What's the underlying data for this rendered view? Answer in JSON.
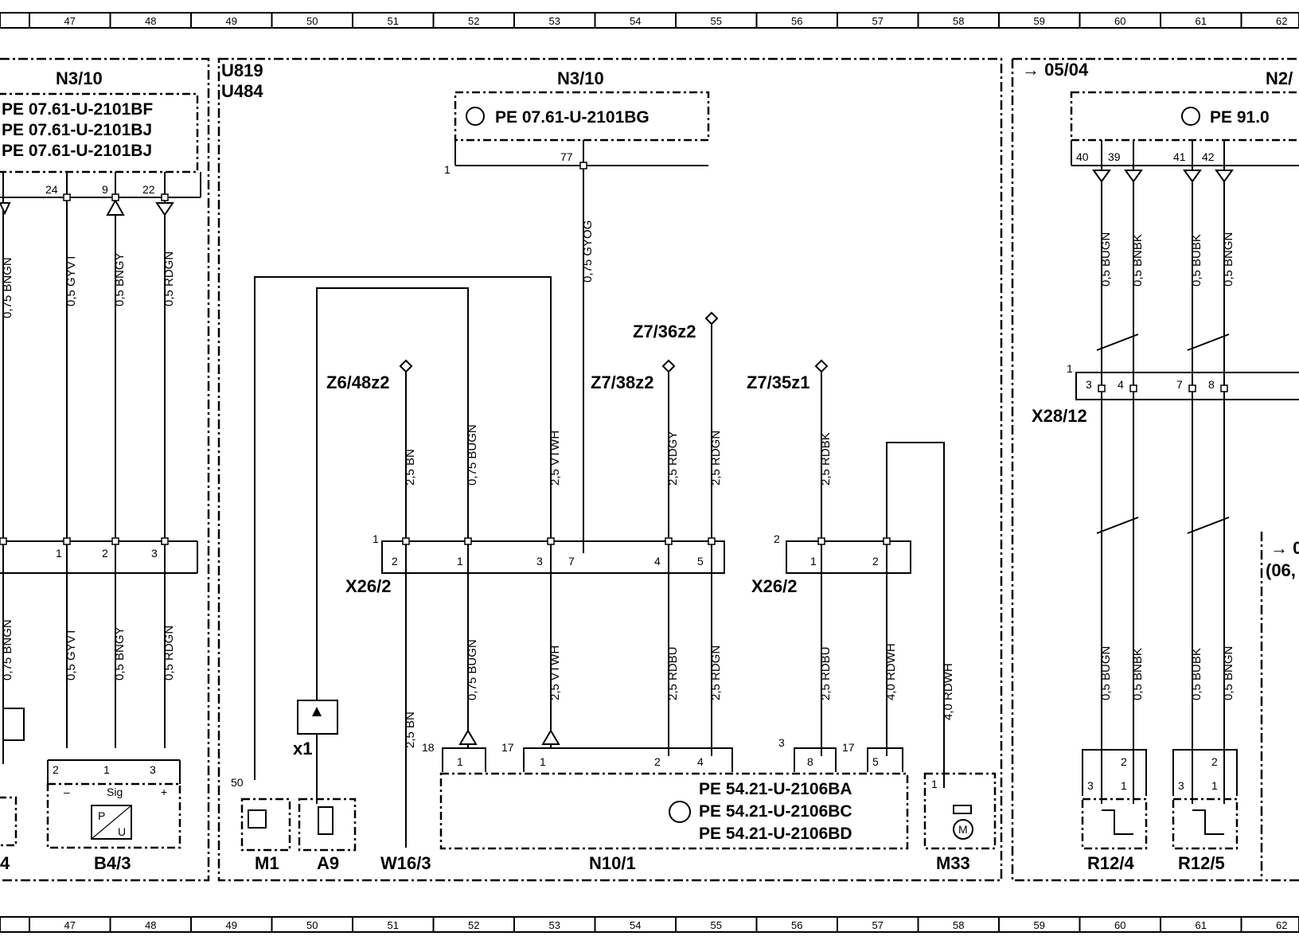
{
  "ruler": [
    "47",
    "48",
    "49",
    "50",
    "51",
    "52",
    "53",
    "54",
    "55",
    "56",
    "57",
    "58",
    "59",
    "60",
    "61",
    "62"
  ],
  "groups": {
    "left_group_1": "U819",
    "left_group_2": "U484"
  },
  "refs": {
    "top_right": "05/04",
    "mid_right": "0",
    "mid_right_2": "(06,"
  },
  "components": {
    "n3_10_left": "N3/10",
    "n3_10_center": "N3/10",
    "n2_right": "N2/",
    "b4_3": "B4/3",
    "left_partial": "4",
    "m1": "M1",
    "a9": "A9",
    "w16_3": "W16/3",
    "n10_1": "N10/1",
    "m33": "M33",
    "r12_4": "R12/4",
    "r12_5": "R12/5",
    "z6_48z2": "Z6/48z2",
    "z7_38z2": "Z7/38z2",
    "z7_36z2": "Z7/36z2",
    "z7_35z1": "Z7/35z1",
    "x26_2_a": "X26/2",
    "x26_2_b": "X26/2",
    "x28_12": "X28/12",
    "x1": "x1"
  },
  "pe_refs": {
    "n3_10_left_1": "PE  07.61-U-2101BF",
    "n3_10_left_2": "PE  07.61-U-2101BJ",
    "n3_10_left_3": "PE  07.61-U-2101BJ",
    "n3_10_center": "PE  07.61-U-2101BG",
    "n10_1_a": "PE  54.21-U-2106BA",
    "n10_1_b": "PE  54.21-U-2106BC",
    "n10_1_c": "PE  54.21-U-2106BD",
    "n2_right": "PE  91.0"
  },
  "wires": {
    "bngn_top": "0,75  BNGN",
    "gyvt_top": "0,5  GYVT",
    "bngy_top": "0,5  BNGY",
    "rdgn_top_l": "0,5  RDGN",
    "bngn_bot": "0,75  BNGN",
    "gyvt_bot": "0,5  GYVT",
    "bngy_bot": "0,5  BNGY",
    "rdgn_bot_l": "0,5  RDGN",
    "gyog": "0,75  GYOG",
    "bn_top": "2,5  BN",
    "bugn_top": "0,75  BUGN",
    "vtwh_top": "2,5  VTWH",
    "rdgy_top": "2,5  RDGY",
    "rdgn_top": "2,5  RDGN",
    "rdbk_top": "2,5  RDBK",
    "bn_bot": "2,5  BN",
    "bugn_bot": "0,75  BUGN",
    "vtwh_bot": "2,5  VTWH",
    "rdbu_bot": "2,5  RDBU",
    "rdgn_bot": "2,5  RDGN",
    "rdbu_bot2": "2,5  RDBU",
    "rdwh_bot": "4,0  RDWH",
    "rdwh_m33": "4,0  RDWH",
    "r_bugn_top": "0,5  BUGN",
    "r_bnbk_top": "0,5  BNBK",
    "r_bubk_top": "0,5  BUBK",
    "r_bngn_top": "0,5  BNGN",
    "r_bugn_bot": "0,5  BUGN",
    "r_bnbk_bot": "0,5  BNBK",
    "r_bubk_bot": "0,5  BUBK",
    "r_bngn_bot": "0,5  BNGN"
  },
  "pins": {
    "p24": "24",
    "p9": "9",
    "p22": "22",
    "l1": "1",
    "l2": "2",
    "l3": "3",
    "b2": "2",
    "b1": "1",
    "b3": "3",
    "bminus": "–",
    "bsig": "Sig",
    "bplus": "+",
    "bp": "P",
    "bu": "U",
    "c1": "1",
    "c77": "77",
    "x1n": "1",
    "x2": "2",
    "x1b": "1",
    "x3": "3",
    "x7": "7",
    "x4": "4",
    "x5": "5",
    "y2": "2",
    "y1": "1",
    "y2b": "2",
    "n18": "18",
    "n17": "17",
    "n1a": "1",
    "n1b": "1",
    "n2": "2",
    "n4": "4",
    "n3": "3",
    "n17b": "17",
    "n8": "8",
    "n5": "5",
    "m1_50": "50",
    "m33_1": "1",
    "r40": "40",
    "r39": "39",
    "r41": "41",
    "r42": "42",
    "x28_1": "1",
    "x28_3": "3",
    "x28_4": "4",
    "x28_7": "7",
    "x28_8": "8",
    "r4_3": "3",
    "r4_2": "2",
    "r4_1": "1",
    "r5_3": "3",
    "r5_2": "2",
    "r5_1": "1",
    "m_letter": "M"
  }
}
